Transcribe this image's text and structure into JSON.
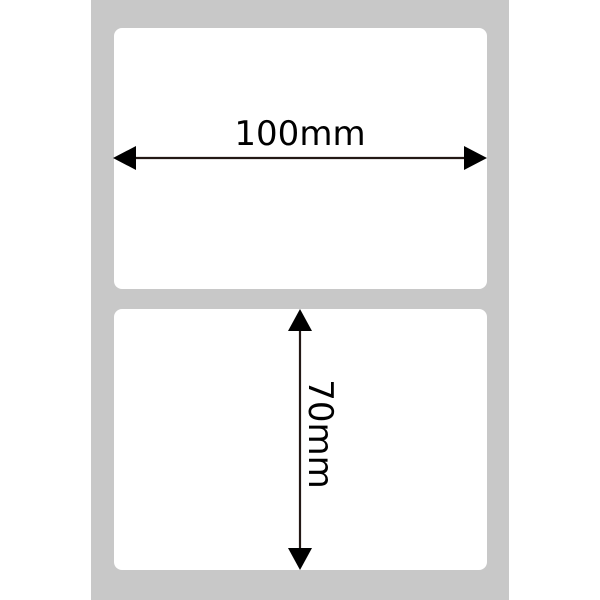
{
  "diagram": {
    "type": "label-roll-dimensions",
    "labels_visible": 2,
    "colors": {
      "backing": "#c8c8c8",
      "label": "#ffffff",
      "arrow": "#000000",
      "arrow_shaft": "#231815"
    },
    "dimensions": {
      "width": {
        "value": "100mm",
        "direction": "horizontal"
      },
      "height": {
        "value": "70mm",
        "direction": "vertical"
      }
    }
  }
}
